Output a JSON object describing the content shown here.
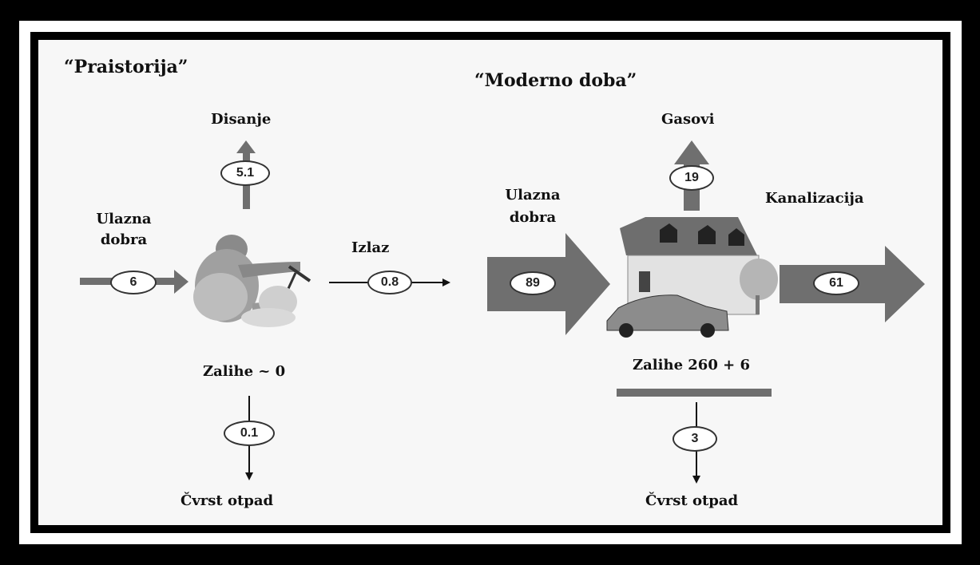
{
  "prehistory": {
    "title": "“Praistorija”",
    "input_label": "Ulazna\ndobra",
    "input_value": "6",
    "respiration_label": "Disanje",
    "respiration_value": "5.1",
    "output_label": "Izlaz",
    "output_value": "0.8",
    "stock_label": "Zalihe ~ 0",
    "solid_waste_value": "0.1",
    "solid_waste_label": "Čvrst otpad"
  },
  "modern": {
    "title": "“Moderno doba”",
    "input_label": "Ulazna\ndobra",
    "input_value": "89",
    "gases_label": "Gasovi",
    "gases_value": "19",
    "sewage_label": "Kanalizacija",
    "sewage_value": "61",
    "stock_label": "Zalihe 260 + 6",
    "solid_waste_value": "3",
    "solid_waste_label": "Čvrst otpad"
  },
  "colors": {
    "arrow_gray": "#6f6f6f",
    "frame": "#000000",
    "background": "#f7f7f7"
  }
}
